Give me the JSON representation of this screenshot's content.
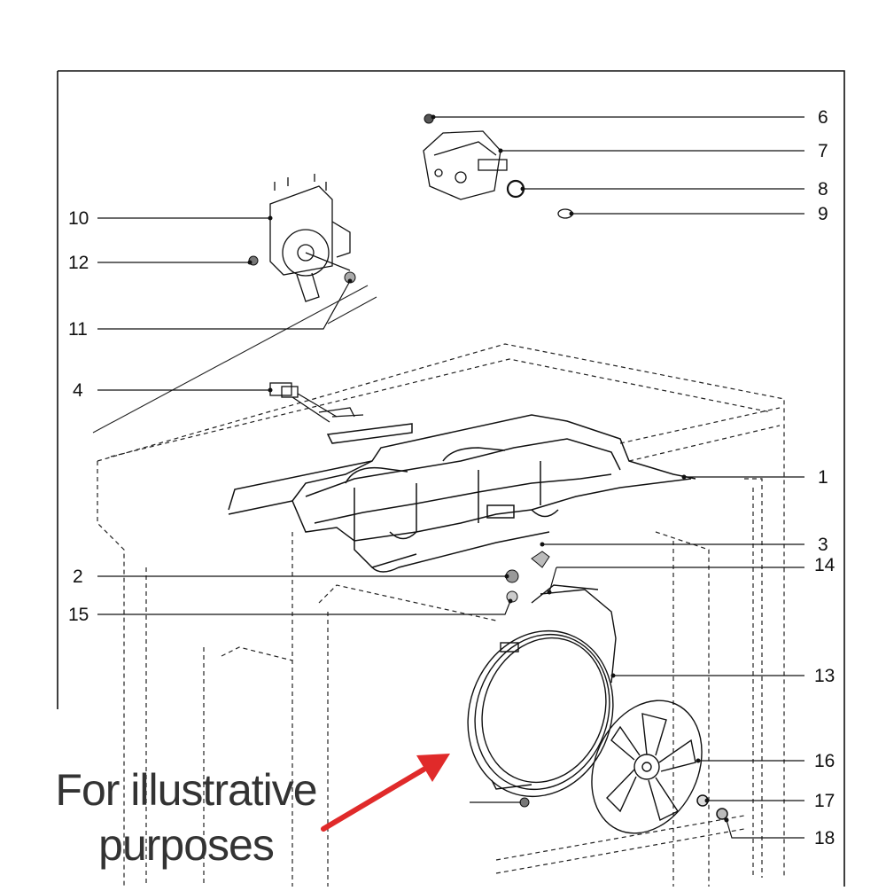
{
  "callouts": [
    {
      "id": "6",
      "label": "6"
    },
    {
      "id": "7",
      "label": "7"
    },
    {
      "id": "8",
      "label": "8"
    },
    {
      "id": "9",
      "label": "9"
    },
    {
      "id": "10",
      "label": "10"
    },
    {
      "id": "12",
      "label": "12"
    },
    {
      "id": "11",
      "label": "11"
    },
    {
      "id": "4",
      "label": "4"
    },
    {
      "id": "1",
      "label": "1"
    },
    {
      "id": "3",
      "label": "3"
    },
    {
      "id": "14",
      "label": "14"
    },
    {
      "id": "2",
      "label": "2"
    },
    {
      "id": "15",
      "label": "15"
    },
    {
      "id": "13",
      "label": "13"
    },
    {
      "id": "16",
      "label": "16"
    },
    {
      "id": "17",
      "label": "17"
    },
    {
      "id": "18",
      "label": "18"
    }
  ],
  "caption": {
    "line1": "For illustrative",
    "line2": "purposes"
  },
  "colors": {
    "line": "#111111",
    "arrow": "#e02a2a",
    "caption": "#333333"
  }
}
